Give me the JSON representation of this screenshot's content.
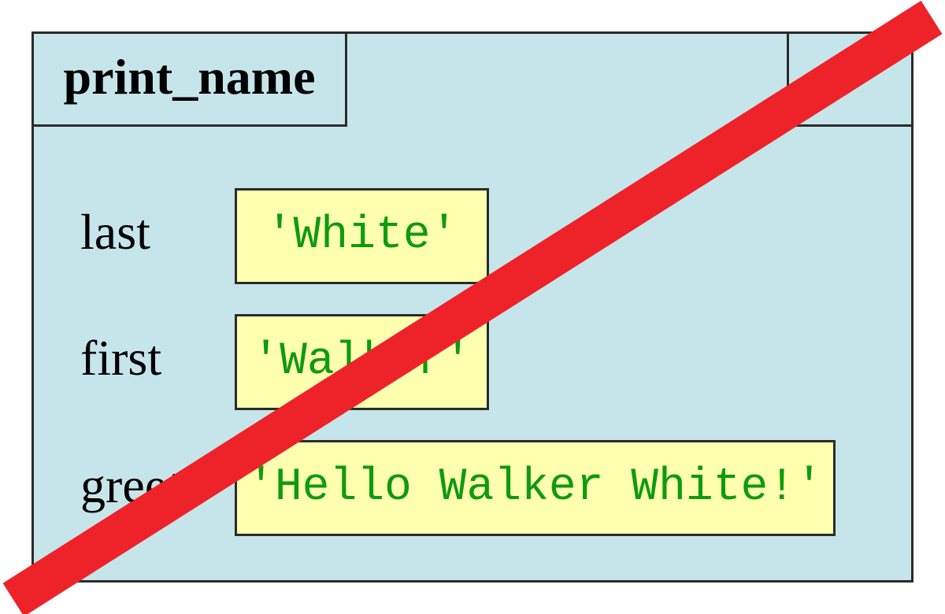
{
  "frame": {
    "title": "print_name",
    "background_color": "#c6e5ea",
    "border_color": "#2b2b2b"
  },
  "variables": [
    {
      "name": "last",
      "value": "'White'"
    },
    {
      "name": "first",
      "value": "'Walker'"
    },
    {
      "name": "greet",
      "value": "'Hello Walker White!'"
    }
  ],
  "colors": {
    "value_box_fill": "#ffffb0",
    "value_text": "#0f9a0f",
    "strike": "#ee2229"
  }
}
